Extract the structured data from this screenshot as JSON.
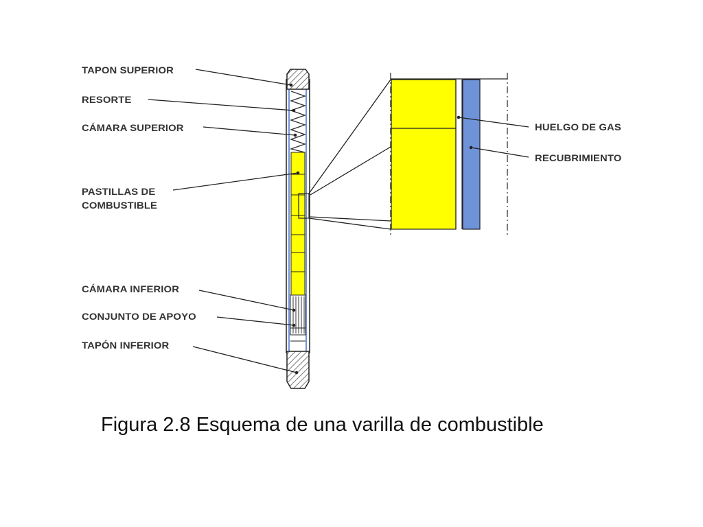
{
  "labels": {
    "tapon_superior": "TAPON SUPERIOR",
    "resorte": "RESORTE",
    "camara_superior": "CÁMARA SUPERIOR",
    "pastillas_line1": "PASTILLAS DE",
    "pastillas_line2": "COMBUSTIBLE",
    "camara_inferior": "CÁMARA INFERIOR",
    "conjunto_apoyo": "CONJUNTO DE APOYO",
    "tapon_inferior": "TAPÓN INFERIOR",
    "huelgo_gas": "HUELGO DE GAS",
    "recubrimiento": "RECUBRIMIENTO"
  },
  "caption": "Figura 2.8  Esquema de una varilla de combustible",
  "colors": {
    "pellet": "#ffff00",
    "cladding": "#6f93d8",
    "outline": "#222222",
    "hatch": "#888888"
  }
}
